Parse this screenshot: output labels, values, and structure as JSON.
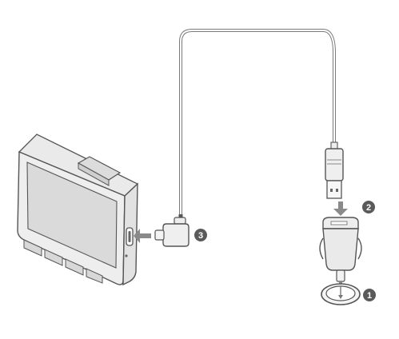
{
  "diagram": {
    "steps": [
      {
        "number": "1",
        "target": "cigarette-lighter-socket"
      },
      {
        "number": "2",
        "target": "car-charger"
      },
      {
        "number": "3",
        "target": "dashcam-usb-port"
      }
    ],
    "colors": {
      "outline": "#555555",
      "cable": "#7a7a7a",
      "device_body": "#e6e6e6",
      "device_shade": "#cfcfcf",
      "screen": "#dcdcdc",
      "arrow": "#8a8a8a",
      "badge": "#5a5a5a"
    }
  }
}
